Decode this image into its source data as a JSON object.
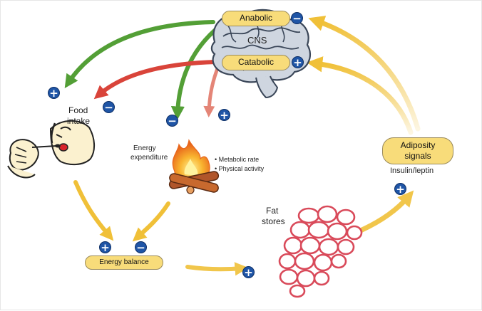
{
  "colors": {
    "activating_arrow": "#f2c540",
    "food_intake_arrow": "#4a9a2c",
    "expenditure_arrow": "#d9443a",
    "sign_fill": "#1f55a6",
    "pill_fill": "#f8dc7a",
    "fat_cells": "#d94a5a",
    "flame": "#f4a022",
    "logs": "#b0552a"
  },
  "brain": {
    "center_label": "CNS",
    "anabolic_label": "Anabolic",
    "catabolic_label": "Catabolic",
    "anabolic_sign": "−",
    "catabolic_sign": "+"
  },
  "food_intake": {
    "label_line1": "Food",
    "label_line2": "intake",
    "sign_plus": "+",
    "sign_minus": "−",
    "illustration": "person-eating-icon"
  },
  "energy_expenditure": {
    "label_line1": "Energy",
    "label_line2": "expenditure",
    "bullets": [
      "Metabolic rate",
      "Physical activity"
    ],
    "sign_minus": "−",
    "sign_plus": "+",
    "illustration": "campfire-icon"
  },
  "energy_balance": {
    "label": "Energy balance",
    "sign_plus": "+",
    "sign_minus": "−",
    "output_sign": "+"
  },
  "fat_stores": {
    "label_line1": "Fat",
    "label_line2": "stores",
    "illustration": "fat-cells-icon"
  },
  "adiposity": {
    "label_line1": "Adiposity",
    "label_line2": "signals",
    "sublabel": "Insulin/leptin",
    "sign": "+"
  }
}
